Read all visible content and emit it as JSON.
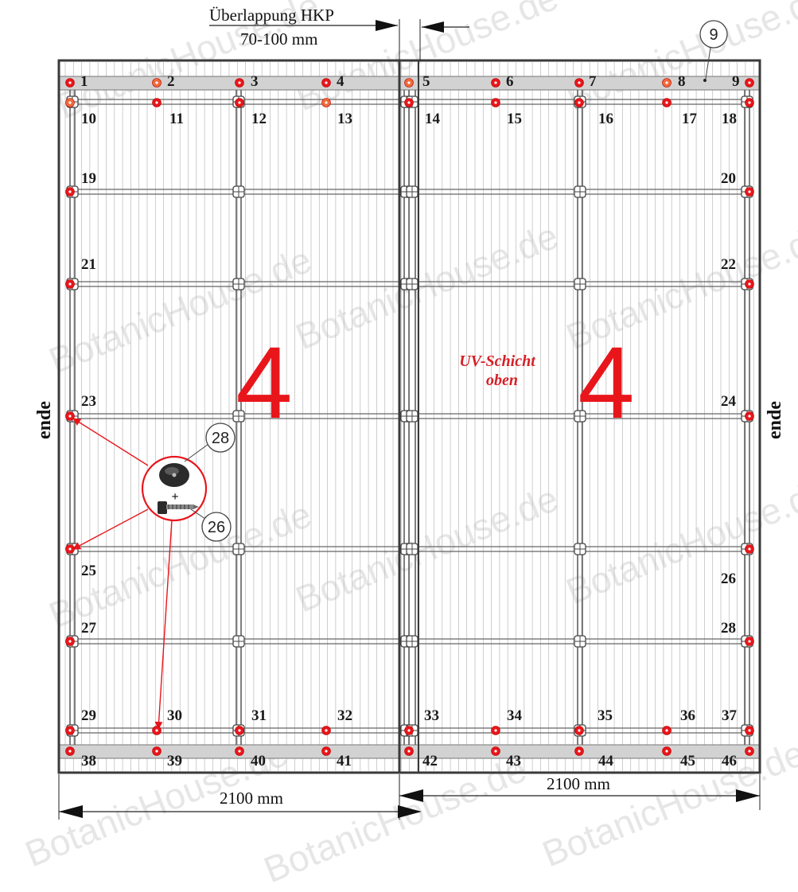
{
  "header": {
    "overlap_label": "Überlappung HKP",
    "overlap_range": "70-100 mm"
  },
  "callouts": {
    "top": "9",
    "washer": "28",
    "screw": "26"
  },
  "panels": {
    "left_number": "4",
    "right_number": "4",
    "uv_line1": "UV-Schicht",
    "uv_line2": "oben"
  },
  "side_labels": {
    "left": "ende",
    "right": "ende"
  },
  "dimensions": {
    "left_width": "2100 mm",
    "right_width": "2100 mm"
  },
  "screw_kit": {
    "plus": "+"
  },
  "points": [
    "1",
    "2",
    "3",
    "4",
    "5",
    "6",
    "7",
    "8",
    "9",
    "10",
    "11",
    "12",
    "13",
    "14",
    "15",
    "16",
    "17",
    "18",
    "19",
    "20",
    "21",
    "22",
    "23",
    "24",
    "25",
    "26",
    "27",
    "28",
    "29",
    "30",
    "31",
    "32",
    "33",
    "34",
    "35",
    "36",
    "37",
    "38",
    "39",
    "40",
    "41",
    "42",
    "43",
    "44",
    "45",
    "46"
  ],
  "watermark": "BotanicHouse.de",
  "colors": {
    "accent_red": "#e8161b",
    "frame": "#3a3a3a",
    "strip": "#d2d2d2",
    "grid": "#9a9a9a"
  }
}
